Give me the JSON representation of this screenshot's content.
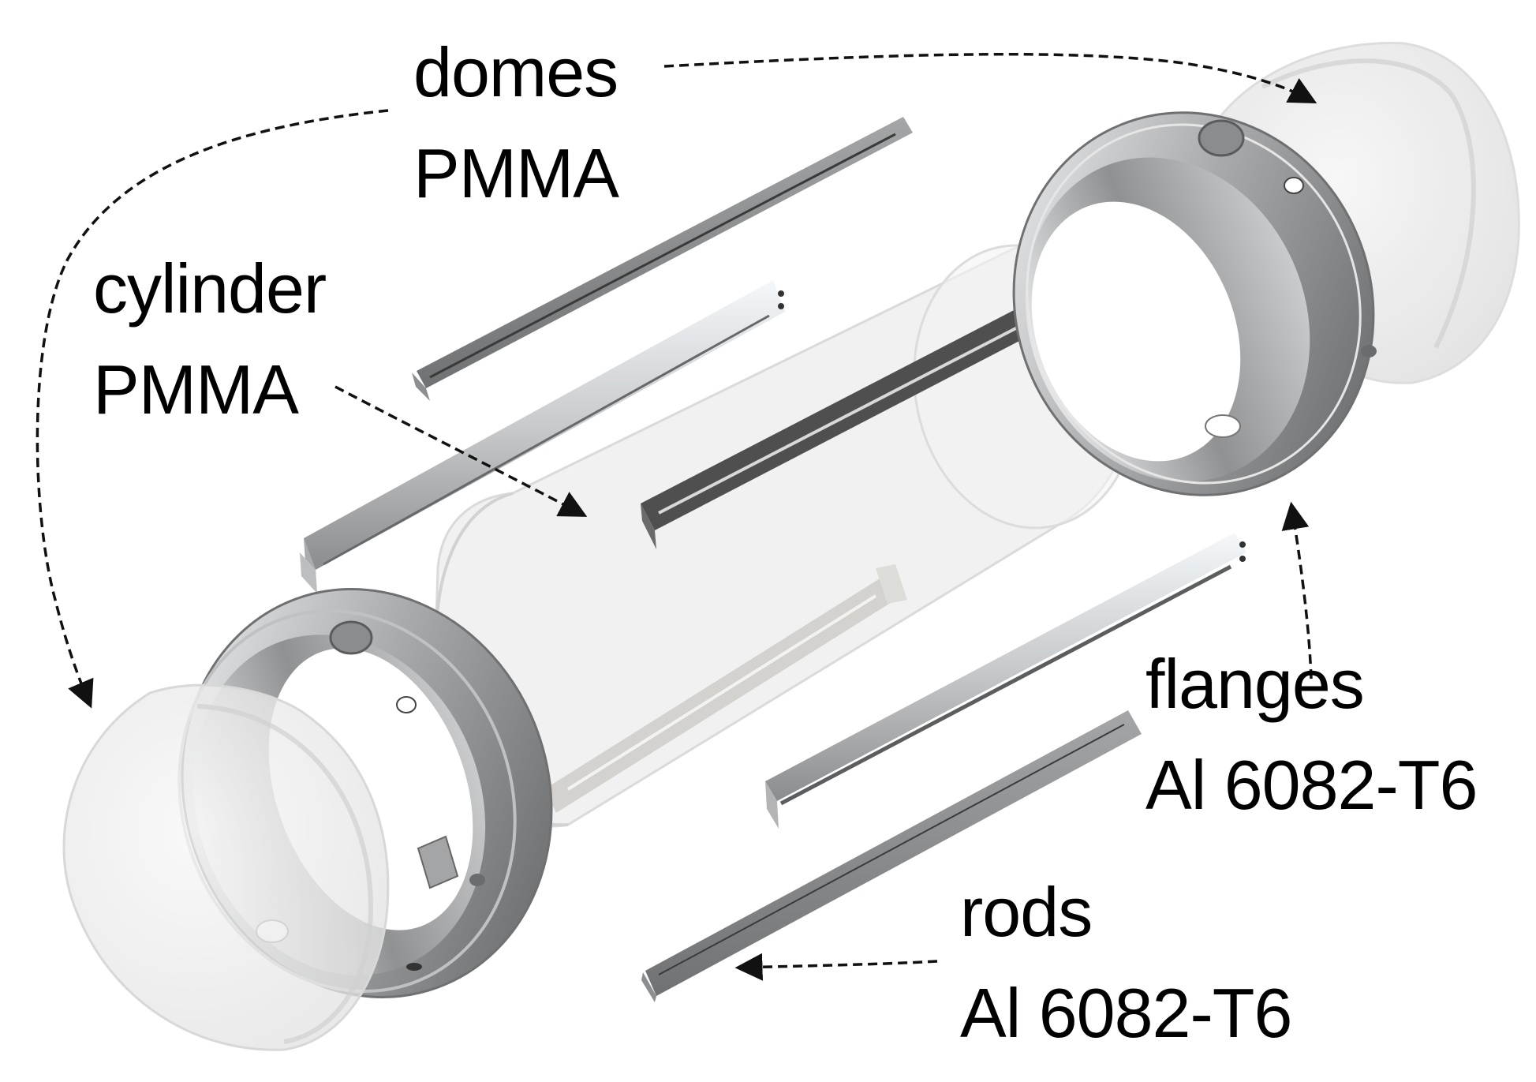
{
  "diagram": {
    "type": "exploded-assembly-view",
    "colors": {
      "background": "#ffffff",
      "text": "#000000",
      "arrow": "#111111",
      "aluminum_light": "#d9dbdd",
      "aluminum_mid": "#9a9c9e",
      "aluminum_dark": "#4a4b4c",
      "pmma_fill": "#eeeeee",
      "pmma_edge": "#d4d4d4"
    }
  },
  "labels": {
    "domes": {
      "part": "domes",
      "material": "PMMA"
    },
    "cylinder": {
      "part": "cylinder",
      "material": "PMMA"
    },
    "flanges": {
      "part": "flanges",
      "material": "Al 6082-T6"
    },
    "rods": {
      "part": "rods",
      "material": "Al 6082-T6"
    }
  },
  "parts": [
    {
      "id": "left-dome",
      "label": "domes"
    },
    {
      "id": "right-dome",
      "label": "domes"
    },
    {
      "id": "cylinder",
      "label": "cylinder"
    },
    {
      "id": "left-flange",
      "label": "flanges"
    },
    {
      "id": "right-flange",
      "label": "flanges"
    },
    {
      "id": "rod-top",
      "label": "rods"
    },
    {
      "id": "rod-upper-light",
      "label": "rods"
    },
    {
      "id": "rod-dark",
      "label": "rods"
    },
    {
      "id": "rod-inner",
      "label": "rods"
    },
    {
      "id": "rod-lower-light",
      "label": "rods"
    },
    {
      "id": "rod-bottom",
      "label": "rods"
    }
  ]
}
